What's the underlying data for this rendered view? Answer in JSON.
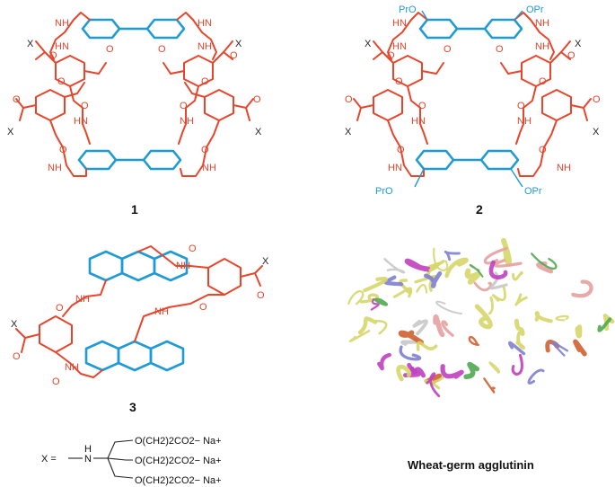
{
  "compounds": {
    "c1": {
      "number": "1"
    },
    "c2": {
      "number": "2"
    },
    "c3": {
      "number": "3"
    }
  },
  "atoms": {
    "NH": "NH",
    "HN": "HN",
    "O": "O",
    "X": "X",
    "OPr": "OPr",
    "PrO": "PrO"
  },
  "x_definition": {
    "x_eq": "X =",
    "n": "N",
    "h": "H",
    "arm1": "O(CH2)2CO2− Na+",
    "arm2": "O(CH2)2CO2− Na+",
    "arm3": "O(CH2)2CO2− Na+"
  },
  "protein": {
    "caption": "Wheat-germ agglutinin",
    "ribbon_colors": [
      "#d6d66a",
      "#c8c8c8",
      "#e6a0a0",
      "#8080d0",
      "#4fa84f",
      "#c040c0",
      "#d06030"
    ]
  },
  "colors": {
    "scaffold": "#e8452b",
    "aromatic": "#1e9ad6",
    "text": "#111111"
  }
}
